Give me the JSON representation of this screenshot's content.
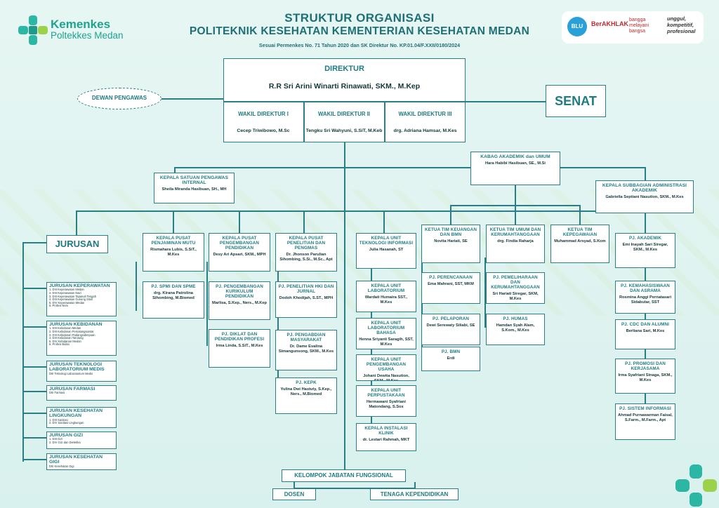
{
  "logo": {
    "brand": "Kemenkes",
    "subtitle": "Poltekkes Medan"
  },
  "badges": {
    "blu": "BLU",
    "berakhlak": "BerAKHLAK",
    "bangga": "bangga melayani bangsa",
    "motto": "unggul, kompetitif, profesional"
  },
  "header": {
    "title1": "STRUKTUR ORGANISASI",
    "title2": "POLITEKNIK KESEHATAN KEMENTERIAN KESEHATAN MEDAN",
    "subtitle": "Sesuai Permenkes No. 71 Tahun 2020 dan SK Direktur No. KP.01.04/F.XXII/0180/2024"
  },
  "dewan": "DEWAN PENGAWAS",
  "senat": "SENAT",
  "direktur": {
    "title": "DIREKTUR",
    "name": "R.R Sri Arini Winarti Rinawati, SKM., M.Kep"
  },
  "wakil": [
    {
      "title": "WAKIL DIREKTUR I",
      "name": "Cecep Triwibowo, M.Sc"
    },
    {
      "title": "WAKIL DIREKTUR II",
      "name": "Tengku Sri Wahyuni, S.SiT, M.Keb"
    },
    {
      "title": "WAKIL DIREKTUR III",
      "name": "drg. Adriana Hamsar, M.Kes"
    }
  ],
  "spi": {
    "title": "KEPALA SATUAN PENGAWAS INTERNAL",
    "name": "Sheila Miranda Hasibuan, SH., MH"
  },
  "kabag": {
    "title": "KABAG AKADEMIK dan UMUM",
    "name": "Hara Habibi Hasibuan, SE., M.Si"
  },
  "subbag": {
    "title": "KEPALA SUBBAGIAN ADMINISTRASI AKADEMIK",
    "name": "Gabriella Septiani Nasution, SKM., M.Kes"
  },
  "jurusan_header": "JURUSAN",
  "jurusan": [
    {
      "title": "JURUSAN KEPERAWATAN",
      "items": "1. DIII Keperawatan Medan\n2. DIII Keperawatan Dairi\n3. DIII Keperawatan Tapanuli Tengah\n4. DIII Keperawatan Gunung Sitoli\n5. DIV Keperawatan Medan\n6. Profesi Ners"
    },
    {
      "title": "JURUSAN KEBIDANAN",
      "items": "1. DIII Kebidanan Medan\n2. DIII Kebidanan Pematangsiantar\n3. DIII Kebidanan Padangsidimpuan\n4. DIII Kebidanan Tarutung\n5. DIV Kebidanan Medan\n6. Profesi Bidan"
    },
    {
      "title": "JURUSAN TEKNOLOGI LABORATORIUM MEDIS",
      "items": "DIII Teknologi Laboratorium Medis"
    },
    {
      "title": "JURUSAN FARMASI",
      "items": "DIII Farmasi"
    },
    {
      "title": "JURUSAN KESEHATAN LINGKUNGAN",
      "items": "1. DIII Sanitasi\n2. DIV Sanitasi Lingkungan"
    },
    {
      "title": "JURUSAN GIZI",
      "items": "1. DIII Gizi\n2. DIV Gizi dan Dietetika"
    },
    {
      "title": "JURUSAN KESEHATAN GIGI",
      "items": "DIII Kesehatan Gigi"
    }
  ],
  "pusat": [
    {
      "title": "KEPALA PUSAT PENJAMINAN MUTU",
      "name": "Rismahara Lubis, S.SiT., M.Kes",
      "children": [
        {
          "title": "PJ. SPMI DAN SPME",
          "name": "drg. Kirana Patrolina Sihombing, M.Biomed"
        }
      ]
    },
    {
      "title": "KEPALA PUSAT PENGEMBANGAN PENDIDIKAN",
      "name": "Desy Ari Apsari, SKM., MPH",
      "children": [
        {
          "title": "PJ. PENGEMBANGAN KURIKULUM PENDIDIKAN",
          "name": "Marlisa, S.Kep., Ners., M.Kep"
        },
        {
          "title": "PJ. DIKLAT DAN PENDIDIKAN PROFESI",
          "name": "Irma Linda, S.SiT., M.Kes"
        }
      ]
    },
    {
      "title": "KEPALA PUSAT PENELITIAN DAN PENGMAS",
      "name": "Dr. Jhonson Parulian Sihombing, S.Si., M.Sc., Apt",
      "children": [
        {
          "title": "PJ. PENELITIAN HKI DAN JURNAL",
          "name": "Dodoh Khodijah, S.ST., MPH"
        },
        {
          "title": "PJ. PENGABDIAN MASYARAKAT",
          "name": "Dr. Dame Evalina Simangunsong, SKM., M.Kes"
        },
        {
          "title": "PJ. KEPK",
          "name": "Yulina Dwi Hastuty, S.Kep., Ners., M.Biomed"
        }
      ]
    }
  ],
  "unit": [
    {
      "title": "KEPALA UNIT TEKNOLOGI INFORMASI",
      "name": "Julia Hasanah, ST"
    },
    {
      "title": "KEPALA UNIT LABORATORIUM",
      "name": "Wardati Humaira SST., M.Kes"
    },
    {
      "title": "KEPALA UNIT LABORATORIUM BAHASA",
      "name": "Henna Sriyanti Saragih, SST, M.Kes"
    },
    {
      "title": "KEPALA UNIT PENGEMBANGAN USAHA",
      "name": "Johani Dewita Nasution, SKM., M.Kes"
    },
    {
      "title": "KEPALA UNIT PERPUSTAKAAN",
      "name": "Hermawani Syafriani Matondang, S.Sos"
    },
    {
      "title": "KEPALA INSTALASI KLINIK",
      "name": "dr. Lestari Rahmah, MKT"
    }
  ],
  "tim": [
    {
      "title": "KETUA TIM KEUANGAN DAN BMN",
      "name": "Novita Hariati, SE",
      "children": [
        {
          "title": "PJ. PERENCANAAN",
          "name": "Ema Mahrani, SST, MKM"
        },
        {
          "title": "PJ. PELAPORAN",
          "name": "Dewi Serewaty Siliabi, SE"
        },
        {
          "title": "PJ. BMN",
          "name": "Erdi"
        }
      ]
    },
    {
      "title": "KETUA TIM UMUM DAN KERUMAHTANGGAAN",
      "name": "drg. Findia Raharja",
      "children": [
        {
          "title": "PJ. PEMELIHARAAN DAN KERUMAHTANGGAAN",
          "name": "Sri Hariati Siregar, SKM, M.Kes"
        },
        {
          "title": "PJ. HUMAS",
          "name": "Hamdan Syah Alam, S.Kom., M.Kes"
        }
      ]
    },
    {
      "title": "KETUA TIM KEPEGAWAIAN",
      "name": "Muhammad Arsyad, S.Kom",
      "children": []
    }
  ],
  "pj_akademik": [
    {
      "title": "PJ. AKADEMIK",
      "name": "Emi Inayah Sari Siregar, SKM., M.Kes"
    },
    {
      "title": "PJ. KEMAHASISWAAN DAN ASRAMA",
      "name": "Rosmina Anggi Pernatasari Sidabutar, SST"
    },
    {
      "title": "PJ. CDC DAN ALUMNI",
      "name": "Berliana Sari, M.Kes"
    },
    {
      "title": "PJ. PROMOSI DAN KERJASAMA",
      "name": "Irma Syafriani Sinaga, SKM., M.Kes"
    },
    {
      "title": "PJ. SISTEM INFORMASI",
      "name": "Ahmad Purnawarman Faisal, S.Farm., M.Farm., Apt"
    }
  ],
  "fungsional": "KELOMPOK JABATAN FUNGSIONAL",
  "dosen": "DOSEN",
  "tendik": "TENAGA KEPENDIDIKAN"
}
